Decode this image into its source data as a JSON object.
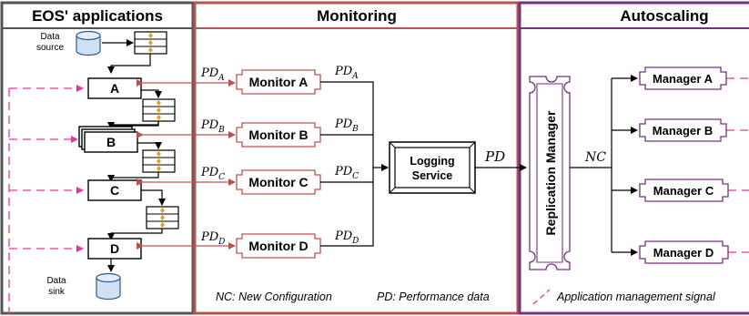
{
  "sections": {
    "eos": "EOS' applications",
    "monitoring": "Monitoring",
    "autoscaling": "Autoscaling"
  },
  "data_source": [
    "Data",
    "source"
  ],
  "data_sink": [
    "Data",
    "sink"
  ],
  "apps": [
    "A",
    "B",
    "C",
    "D"
  ],
  "monitors": [
    "Monitor A",
    "Monitor B",
    "Monitor C",
    "Monitor D"
  ],
  "pd_symbol": "PD",
  "pd_subscripts": [
    "A",
    "B",
    "C",
    "D"
  ],
  "logging_service": [
    "Logging",
    "Service"
  ],
  "replication_manager": "Replication Manager",
  "nc_label": "NC",
  "managers": [
    "Manager A",
    "Manager B",
    "Manager C",
    "Manager D"
  ],
  "legend": {
    "nc": "NC: New Configuration",
    "pd": "PD: Performance data",
    "signal": "Application management signal"
  },
  "colors": {
    "monitoring_border": "#b5554f",
    "autoscaling_border": "#7a2f86",
    "eos_border": "#555555",
    "signal": "#e0399b",
    "pd_arrow": "#c0504d",
    "queue_diamond": "#e0a020",
    "database": "#cfe0f3"
  }
}
